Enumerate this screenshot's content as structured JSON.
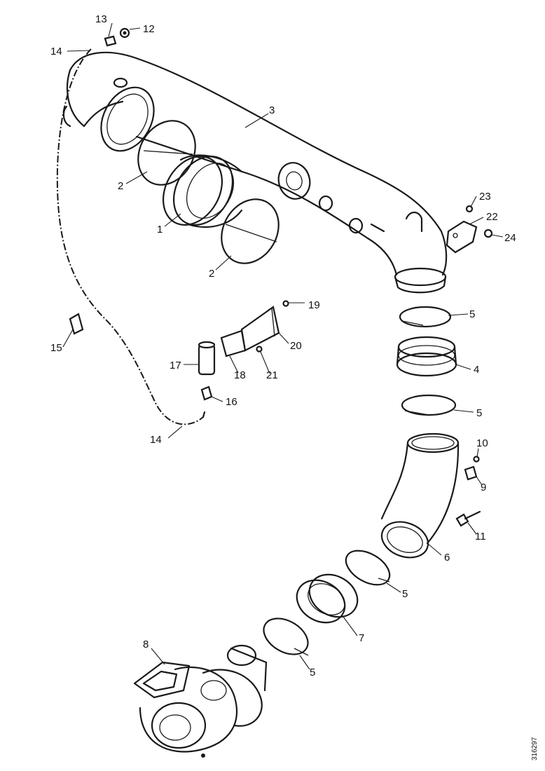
{
  "callouts": [
    {
      "id": "c13",
      "text": "13"
    },
    {
      "id": "c12",
      "text": "12"
    },
    {
      "id": "c14a",
      "text": "14"
    },
    {
      "id": "c3",
      "text": "3"
    },
    {
      "id": "c2a",
      "text": "2"
    },
    {
      "id": "c1",
      "text": "1"
    },
    {
      "id": "c2b",
      "text": "2"
    },
    {
      "id": "c23",
      "text": "23"
    },
    {
      "id": "c22",
      "text": "22"
    },
    {
      "id": "c24",
      "text": "24"
    },
    {
      "id": "c19",
      "text": "19"
    },
    {
      "id": "c5a",
      "text": "5"
    },
    {
      "id": "c15",
      "text": "15"
    },
    {
      "id": "c20",
      "text": "20"
    },
    {
      "id": "c17",
      "text": "17"
    },
    {
      "id": "c18",
      "text": "18"
    },
    {
      "id": "c21",
      "text": "21"
    },
    {
      "id": "c4",
      "text": "4"
    },
    {
      "id": "c16",
      "text": "16"
    },
    {
      "id": "c5b",
      "text": "5"
    },
    {
      "id": "c14b",
      "text": "14"
    },
    {
      "id": "c10",
      "text": "10"
    },
    {
      "id": "c9",
      "text": "9"
    },
    {
      "id": "c11",
      "text": "11"
    },
    {
      "id": "c6",
      "text": "6"
    },
    {
      "id": "c5c",
      "text": "5"
    },
    {
      "id": "c7",
      "text": "7"
    },
    {
      "id": "c8",
      "text": "8"
    },
    {
      "id": "c5d",
      "text": "5"
    }
  ],
  "figure_ref": "316297"
}
